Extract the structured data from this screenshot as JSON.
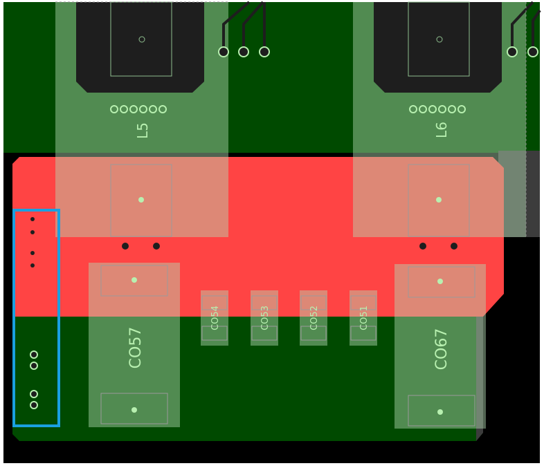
{
  "viewer": {
    "colors": {
      "background": "#000000",
      "copper_inner": "#004a00",
      "copper_top": "#ff4444",
      "component_body": "#1e1e1e",
      "pad": "#6ea86e",
      "silkscreen": "#b8f0b0",
      "selection": "#1aa0e0"
    }
  },
  "components": {
    "inductors": [
      {
        "ref": "L5"
      },
      {
        "ref": "L6"
      }
    ],
    "large_caps": [
      {
        "ref": "CO57"
      },
      {
        "ref": "CO67"
      }
    ],
    "small_caps": [
      {
        "ref": "CO54"
      },
      {
        "ref": "CO53"
      },
      {
        "ref": "CO52"
      },
      {
        "ref": "CO51"
      }
    ]
  },
  "selection": {
    "label": "selection-box"
  }
}
